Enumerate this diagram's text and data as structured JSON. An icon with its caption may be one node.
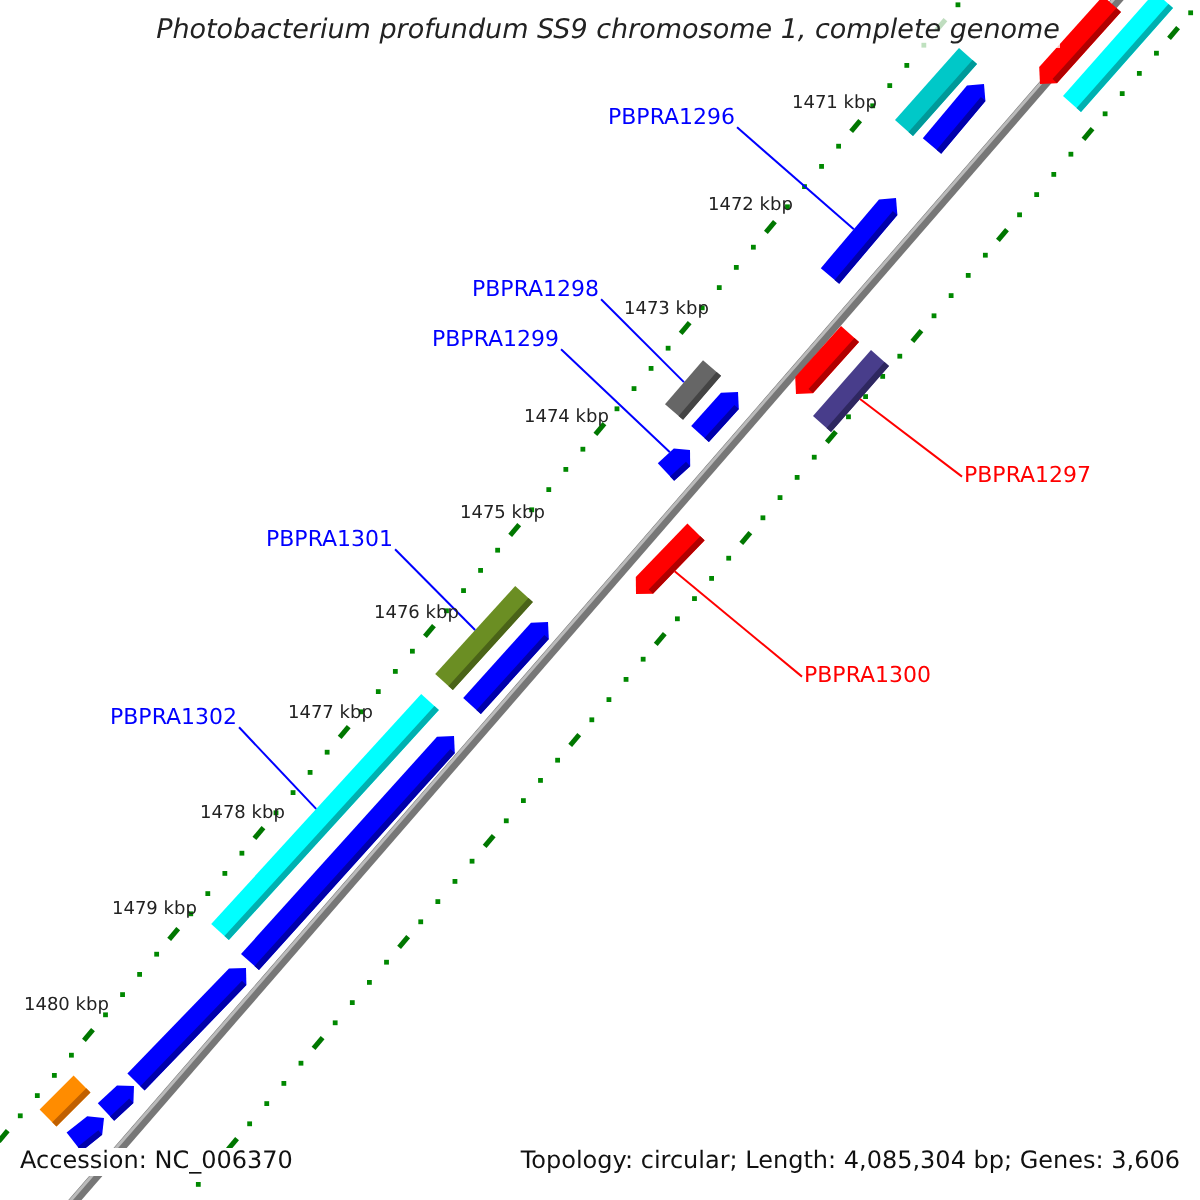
{
  "diagram": {
    "title": "Photobacterium profundum SS9 chromosome 1, complete genome",
    "nodes": [
      {
        "text": [
          "PBPRA1296"
        ]
      },
      {
        "text": [],
        "shape": "pentagon"
      },
      {
        "text": [
          "PBPRA1298"
        ]
      },
      {
        "text": [],
        "shape": "bar"
      },
      {
        "text": [
          "PBPRA1299"
        ]
      },
      {
        "text": [],
        "shape": "pentagon"
      },
      {
        "text": [
          "PBPRA1297"
        ]
      },
      {
        "text": [],
        "shape": "bar"
      },
      {
        "text": [
          "PBPRA1301"
        ]
      },
      {
        "text": [],
        "shape": "bar"
      },
      {
        "text": [
          "PBPRA1300"
        ]
      },
      {
        "text": [],
        "shape": "pentagon"
      },
      {
        "text": [
          "PBPRA1302"
        ]
      },
      {
        "text": [],
        "shape": "bar"
      },
      {
        "text": [],
        "shape": "pentagon"
      },
      {
        "text": [],
        "shape": "bar"
      },
      {
        "text": [],
        "shape": "bar"
      },
      {
        "text": [],
        "shape": "pentagon"
      },
      {
        "text": [],
        "shape": "pentagon"
      },
      {
        "text": [],
        "shape": "pentagon"
      },
      {
        "text": [],
        "shape": "pentagon"
      },
      {
        "text": [],
        "shape": "pentagon"
      },
      {
        "text": [],
        "shape": "pentagon"
      },
      {
        "text": [],
        "shape": "bar"
      },
      {
        "text": [],
        "shape": "pentagon"
      },
      {
        "text": [],
        "shape": "pentagon"
      }
    ],
    "edges": [
      {
        "from": 0,
        "to": 1,
        "arrow": "none"
      },
      {
        "from": 2,
        "to": 3,
        "arrow": "none"
      },
      {
        "from": 4,
        "to": 5,
        "arrow": "none"
      },
      {
        "from": 6,
        "to": 7,
        "arrow": "none",
        "color": "#ff0000"
      },
      {
        "from": 8,
        "to": 9,
        "arrow": "none"
      },
      {
        "from": 10,
        "to": 11,
        "arrow": "none",
        "color": "#ff0000"
      },
      {
        "from": 12,
        "to": 13,
        "arrow": "none"
      }
    ],
    "labels": [
      "1471 kbp",
      "1472 kbp",
      "1473 kbp",
      "1474 kbp",
      "1475 kbp",
      "1476 kbp",
      "1477 kbp",
      "1478 kbp",
      "1479 kbp",
      "1480 kbp",
      "Accession: NC_006370",
      "Topology: circular; Length: 4,085,304 bp; Genes: 3,606"
    ]
  }
}
